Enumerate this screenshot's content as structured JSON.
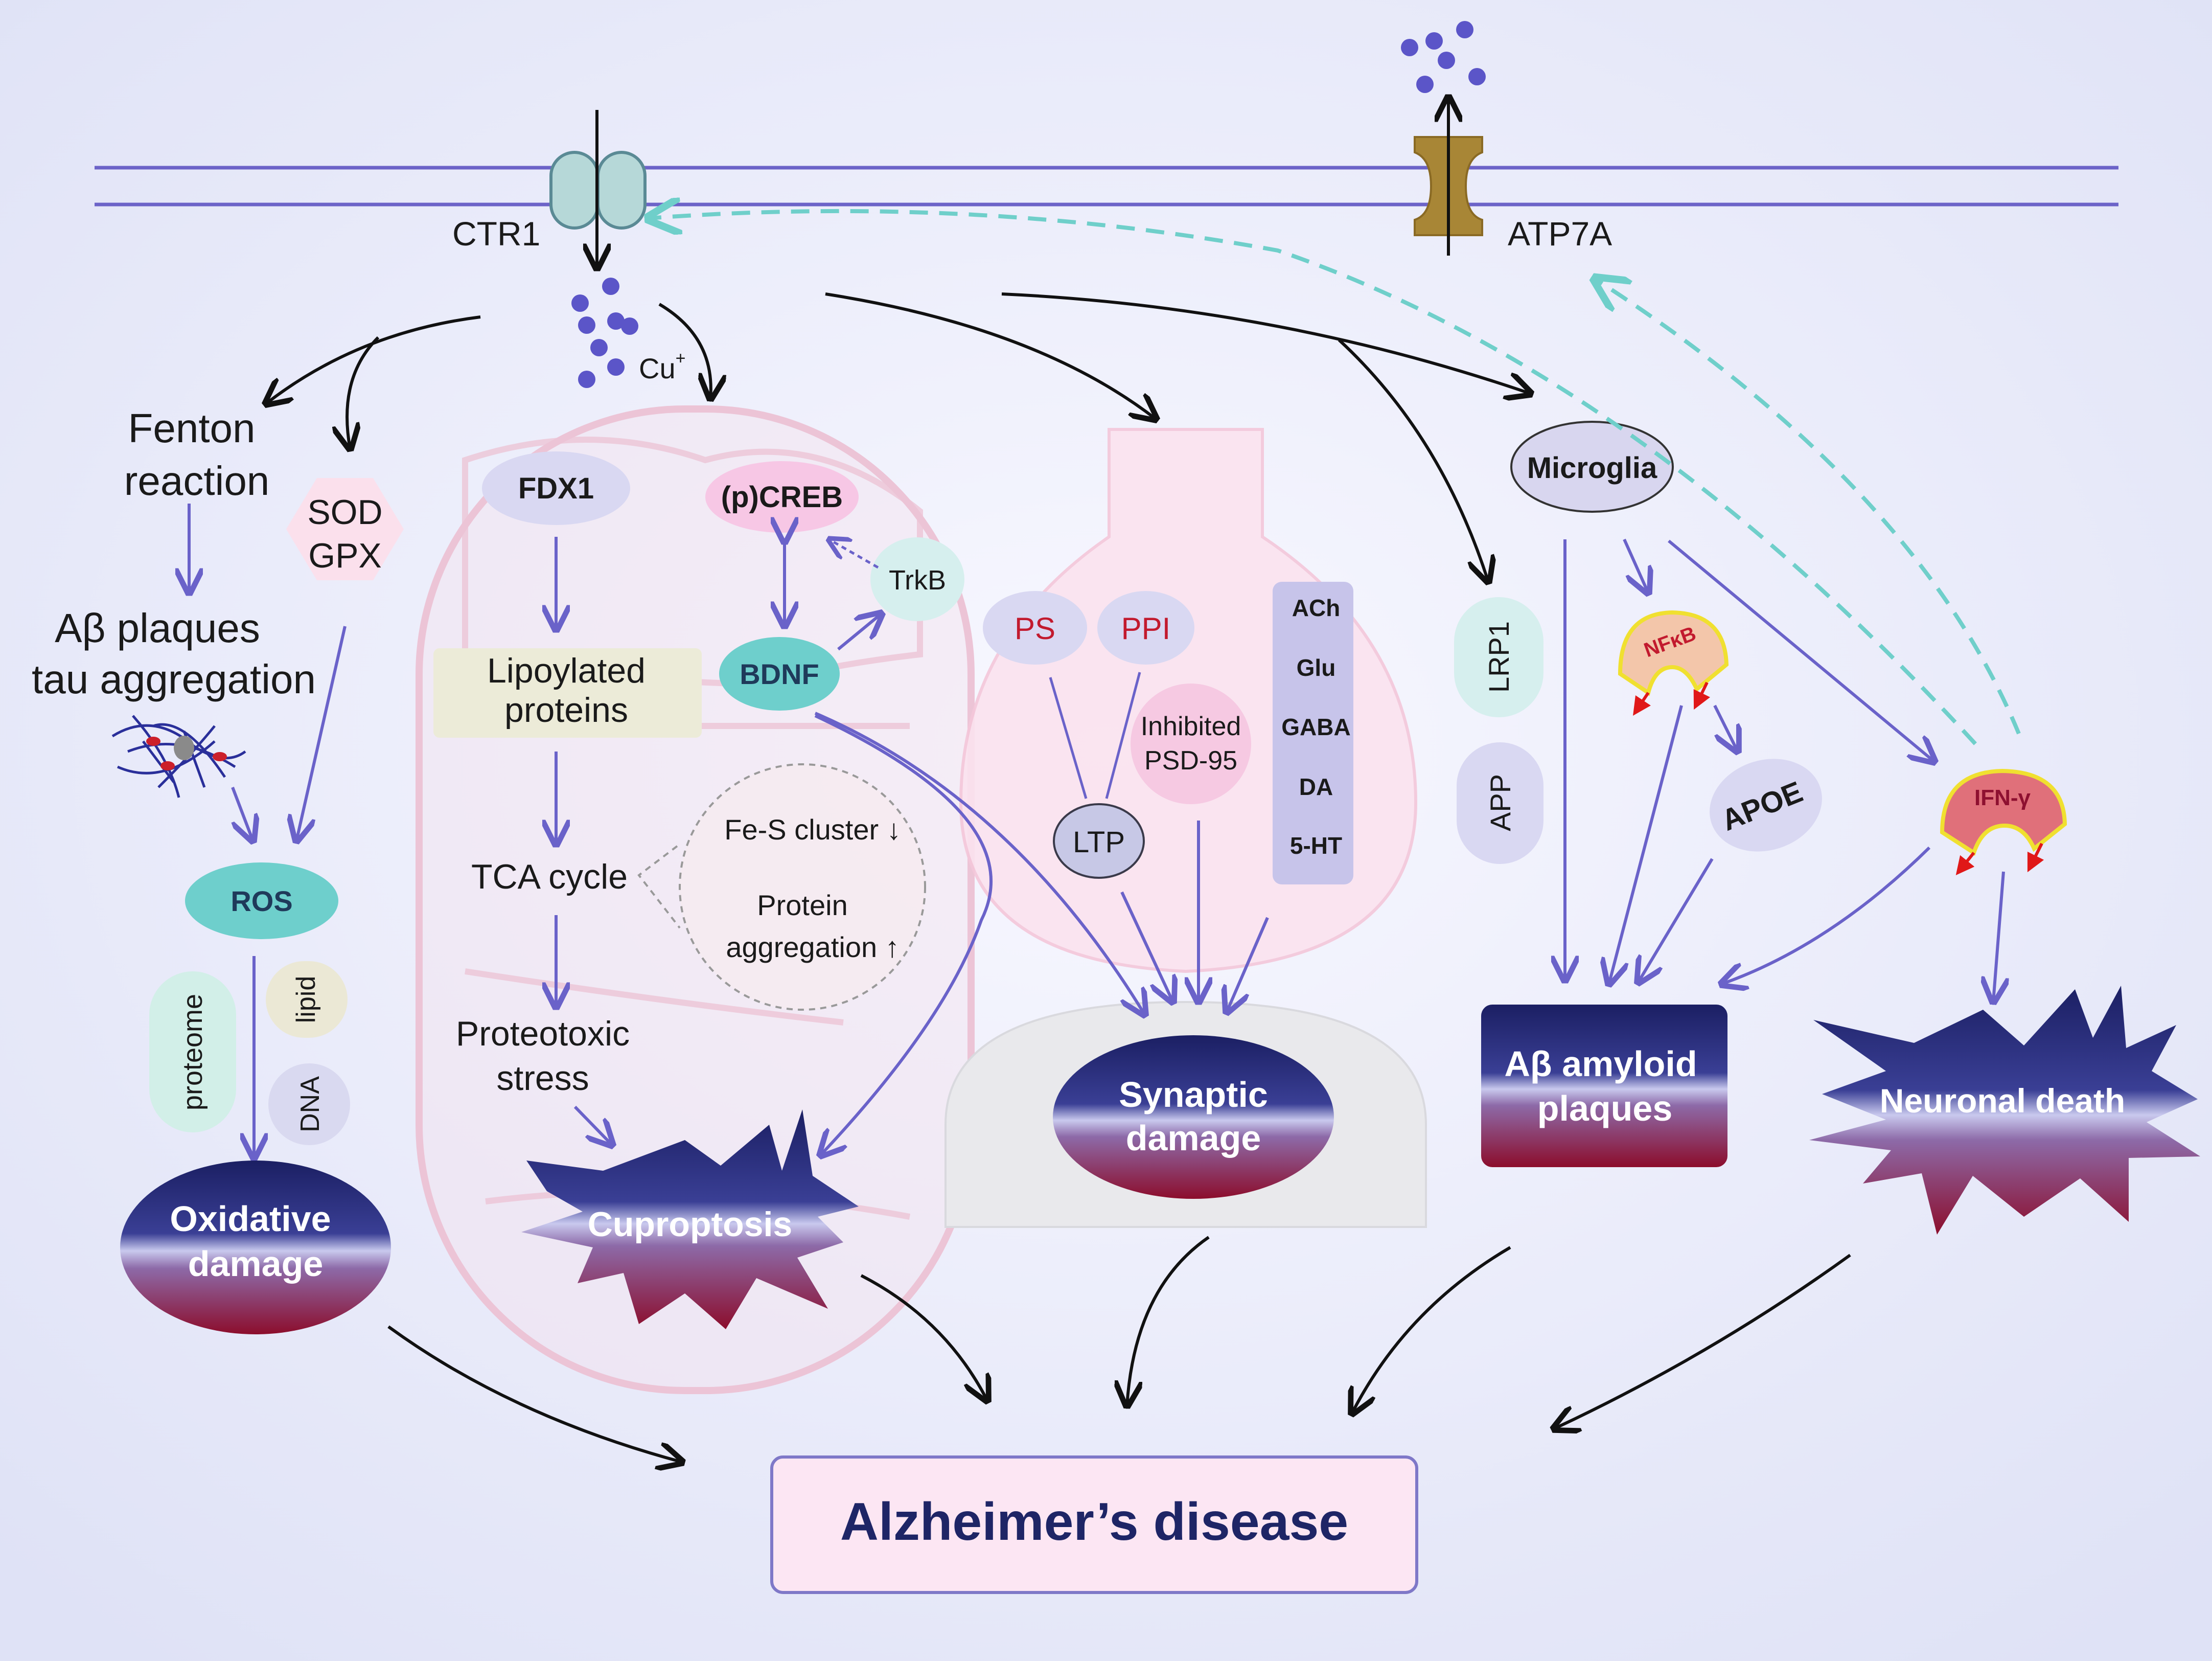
{
  "membrane": {
    "ctr1": "CTR1",
    "atp7a": "ATP7A",
    "cu": "Cu",
    "cu_sup": "+"
  },
  "left": {
    "fenton": [
      "Fenton",
      "reaction"
    ],
    "sod_gpx": [
      "SOD",
      "GPX"
    ],
    "abeta_tau": [
      "Aβ  plaques",
      "tau aggregation"
    ],
    "ros": "ROS",
    "proteome": "proteome",
    "lipid": "lipid",
    "dna": "DNA",
    "oxidative": [
      "Oxidative",
      "damage"
    ]
  },
  "mito": {
    "fdx1": "FDX1",
    "pcreb": "(p)CREB",
    "trkb": "TrkB",
    "bdnf": "BDNF",
    "lipoylated": [
      "Lipoylated",
      "proteins"
    ],
    "tca": "TCA cycle",
    "fes": "Fe-S cluster ↓",
    "protein_agg": [
      "Protein",
      "aggregation ↑"
    ],
    "proteotoxic": [
      "Proteotoxic",
      "stress"
    ],
    "cuproptosis": "Cuproptosis"
  },
  "synapse": {
    "ps": "PS",
    "ppi": "PPI",
    "inhibited": [
      "Inhibited",
      "PSD-95"
    ],
    "ltp": "LTP",
    "neurotransmitters": [
      "ACh",
      "Glu",
      "GABA",
      "DA",
      "5-HT"
    ],
    "synaptic": [
      "Synaptic",
      "damage"
    ]
  },
  "right": {
    "microglia": "Microglia",
    "lrp1": "LRP1",
    "app": "APP",
    "nfkb": "NFκB",
    "apoe": "APOE",
    "ifng": "IFN-γ",
    "amyloid": [
      "Aβ  amyloid",
      "plaques"
    ],
    "neuronal": "Neuronal death"
  },
  "outcome": "Alzheimer’s disease",
  "colors": {
    "membrane": "#6c63c8",
    "dot": "#5b55c8",
    "purple_arrow": "#6a62c9",
    "teal_dash": "#6fcfca",
    "ros": "#6ecfcc",
    "dark_navy": "#1e2566",
    "dark_red": "#8e1030",
    "ifng_fill": "#e0707a",
    "nfkb_fill": "#f3c6aa"
  }
}
